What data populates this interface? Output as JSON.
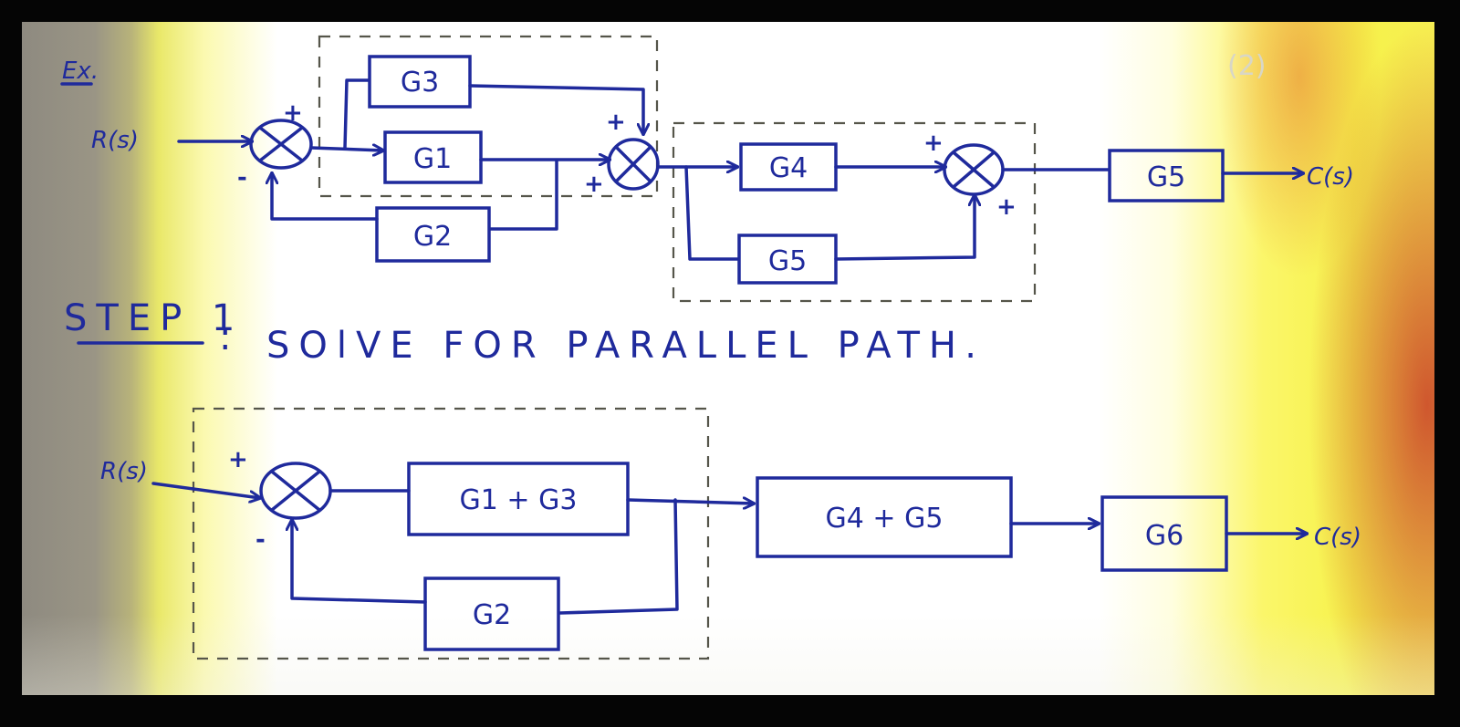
{
  "example_label": "Ex.",
  "step_label": "STEP 1",
  "step_sep": ":",
  "step_text": "SOlVE FOR PARALLEL PATH.",
  "page_mark": "(2)",
  "diagram1": {
    "input": "R(s)",
    "output": "C(s)",
    "blocks": {
      "g3": "G3",
      "g1": "G1",
      "g2": "G2",
      "g4": "G4",
      "g5a": "G5",
      "g5b": "G5"
    },
    "signs": {
      "s1_top": "+",
      "s1_bottom": "-",
      "s2_top": "+",
      "s2_bottom": "+",
      "s3_top": "+",
      "s3_bottom": "+"
    }
  },
  "diagram2": {
    "input": "R(s)",
    "output": "C(s)",
    "blocks": {
      "g1g3": "G1 + G3",
      "g4g5": "G4 + G5",
      "g6": "G6",
      "g2": "G2"
    },
    "signs": {
      "top": "+",
      "bottom": "-"
    }
  },
  "colors": {
    "ink": "#1f2a9c",
    "dashes": "#55554a"
  }
}
